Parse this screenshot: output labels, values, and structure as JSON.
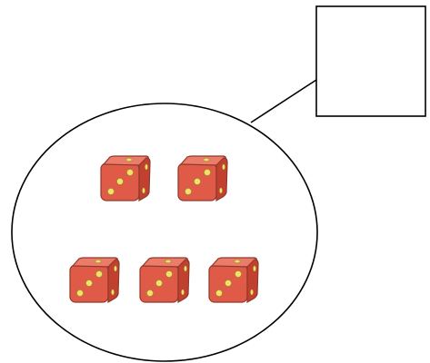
{
  "diagram": {
    "set_label_box": {
      "text": ""
    },
    "die_count": 5,
    "dice": [
      {
        "shown_pips": 3
      },
      {
        "shown_pips": 3
      },
      {
        "shown_pips": 3
      },
      {
        "shown_pips": 3
      },
      {
        "shown_pips": 3
      }
    ],
    "colors": {
      "die_front": "#e05a48",
      "die_top": "#eb7c6a",
      "die_side": "#c2402f",
      "die_outline": "#8e3a2c",
      "pip": "#f3e06a",
      "stroke": "#000000"
    }
  }
}
